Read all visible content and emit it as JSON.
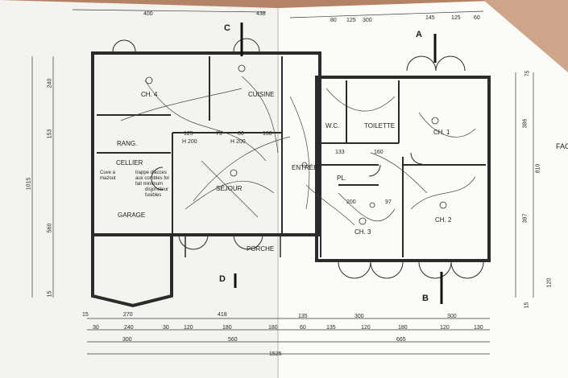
{
  "rooms": {
    "ch4": "CH. 4",
    "cuisine": "CUISINE",
    "rang": "RANG.",
    "cellier": "CELLIER",
    "cuve": "Cuve a\nmazout",
    "garage": "GARAGE",
    "sejour": "SÉJOUR",
    "entree": "ENTRÉE",
    "wc": "W.C.",
    "toilette": "TOILETTE",
    "ch1": "CH. 1",
    "ch2": "CH. 2",
    "ch3": "CH. 3",
    "pl": "PL.",
    "porche": "PORCHE"
  },
  "notes": {
    "trappe": "trappe d'acces aux combles for fait minimum",
    "disjoncteur": "disjoncteur fusibles"
  },
  "section_marks": {
    "a": "A",
    "b": "B",
    "c": "C",
    "d": "D"
  },
  "side_text": "FAC",
  "dims": {
    "top_400": "400",
    "top_438": "438",
    "top_80": "80",
    "top_125": "125",
    "top_300": "300",
    "top_145": "145",
    "top_125b": "125",
    "top_60": "60",
    "h_125": "125",
    "h_75": "75",
    "h_80": "80",
    "h_138": "138",
    "h_200a": "H 200",
    "h_200b": "H 200",
    "h_133": "133",
    "h_160": "160",
    "h_200c": "200",
    "h_97": "97",
    "left_240": "240",
    "left_153": "153",
    "left_1015": "1015",
    "left_560": "560",
    "left_15": "15",
    "right_75": "75",
    "right_386": "386",
    "right_810": "810",
    "right_387": "387",
    "right_120": "120",
    "right_15": "15",
    "b1_270": "270",
    "b1_418": "418",
    "b1_135": "135",
    "b1_300": "300",
    "b1_300b": "300",
    "b1_15": "15",
    "b2_30": "30",
    "b2_240": "240",
    "b2_30b": "30",
    "b2_120": "120",
    "b2_180": "180",
    "b2_180b": "180",
    "b2_60": "60",
    "b2_135": "135",
    "b2_120b": "120",
    "b2_180c": "180",
    "b2_120c": "120",
    "b2_130": "130",
    "b3_300": "300",
    "b3_560": "560",
    "b3_665": "665",
    "b4_1525": "1525"
  }
}
